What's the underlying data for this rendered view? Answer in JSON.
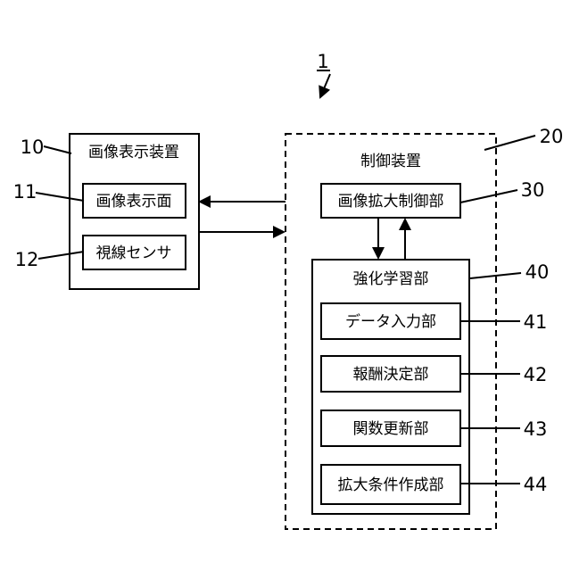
{
  "figure": {
    "ref_number": "1"
  },
  "image_display_device": {
    "ref": "10",
    "title": "画像表示装置",
    "surface": {
      "ref": "11",
      "label": "画像表示面"
    },
    "gaze_sensor": {
      "ref": "12",
      "label": "視線センサ"
    }
  },
  "control_device": {
    "ref": "20",
    "title": "制御装置",
    "image_zoom_control": {
      "ref": "30",
      "label": "画像拡大制御部"
    },
    "reinforcement_learning": {
      "ref": "40",
      "title": "強化学習部",
      "units": [
        {
          "ref": "41",
          "label": "データ入力部"
        },
        {
          "ref": "42",
          "label": "報酬決定部"
        },
        {
          "ref": "43",
          "label": "関数更新部"
        },
        {
          "ref": "44",
          "label": "拡大条件作成部"
        }
      ]
    }
  }
}
